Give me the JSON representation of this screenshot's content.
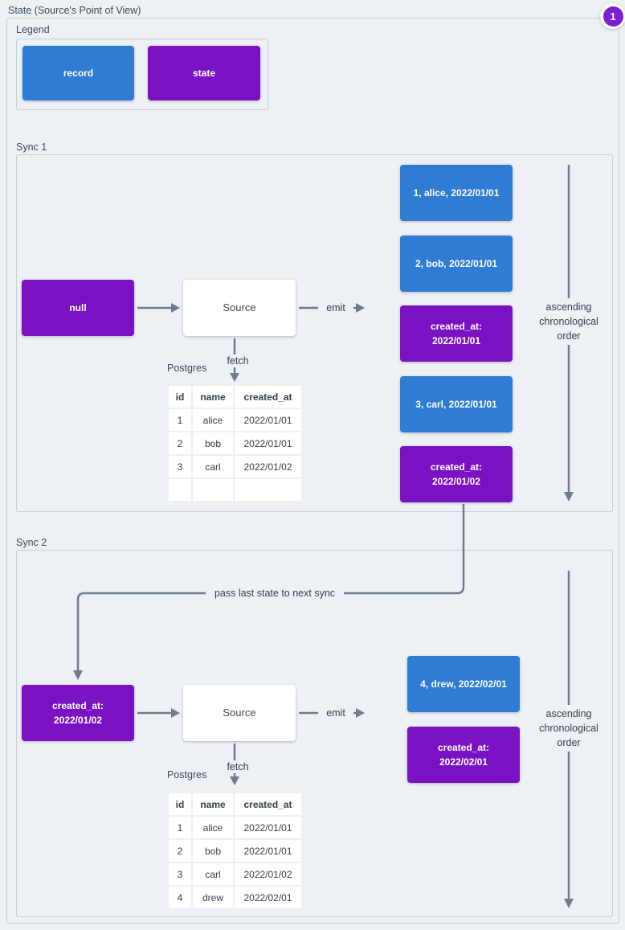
{
  "page": {
    "title": "State (Source's Point of View)",
    "badge_label": "1",
    "colors": {
      "background": "#edf0f4",
      "record": "#2e7cd3",
      "state": "#7a12c4",
      "arrow": "#6e7d8d",
      "border": "#c7cfd9",
      "text": "#3d4a5c",
      "badge": "#7a1fd1"
    }
  },
  "legend": {
    "label": "Legend",
    "record_label": "record",
    "state_label": "state"
  },
  "pass_label": "pass last state to next sync",
  "sync1": {
    "label": "Sync 1",
    "input_state": "null",
    "source": "Source",
    "emit": "emit",
    "fetch": "fetch",
    "db": "Postgres",
    "table": {
      "headers": [
        "id",
        "name",
        "created_at"
      ],
      "rows": [
        [
          "1",
          "alice",
          "2022/01/01"
        ],
        [
          "2",
          "bob",
          "2022/01/01"
        ],
        [
          "3",
          "carl",
          "2022/01/02"
        ],
        [
          "",
          "",
          ""
        ]
      ]
    },
    "emitted": [
      {
        "type": "record",
        "label": "1, alice, 2022/01/01"
      },
      {
        "type": "record",
        "label": "2, bob, 2022/01/01"
      },
      {
        "type": "state",
        "line1": "created_at:",
        "line2": "2022/01/01"
      },
      {
        "type": "record",
        "label": "3, carl, 2022/01/01"
      },
      {
        "type": "state",
        "line1": "created_at:",
        "line2": "2022/01/02"
      }
    ],
    "order_line1": "ascending",
    "order_line2": "chronological",
    "order_line3": "order"
  },
  "sync2": {
    "label": "Sync 2",
    "input_state_line1": "created_at:",
    "input_state_line2": "2022/01/02",
    "source": "Source",
    "emit": "emit",
    "fetch": "fetch",
    "db": "Postgres",
    "table": {
      "headers": [
        "id",
        "name",
        "created_at"
      ],
      "rows": [
        [
          "1",
          "alice",
          "2022/01/01"
        ],
        [
          "2",
          "bob",
          "2022/01/01"
        ],
        [
          "3",
          "carl",
          "2022/01/02"
        ],
        [
          "4",
          "drew",
          "2022/02/01"
        ]
      ]
    },
    "emitted": [
      {
        "type": "record",
        "label": "4, drew, 2022/02/01"
      },
      {
        "type": "state",
        "line1": "created_at:",
        "line2": "2022/02/01"
      }
    ],
    "order_line1": "ascending",
    "order_line2": "chronological",
    "order_line3": "order"
  }
}
